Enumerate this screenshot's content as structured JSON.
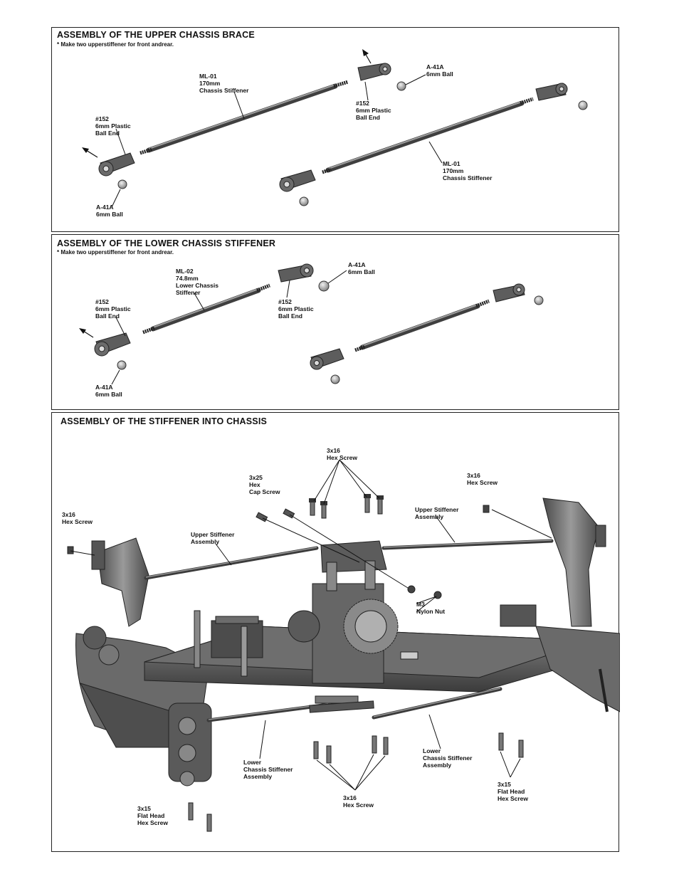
{
  "panel1": {
    "title": "ASSEMBLY OF THE UPPER CHASSIS BRACE",
    "note": "* Make two upperstiffener for front andrear.",
    "labels": {
      "ml01_a": "ML-01\n170mm\nChassis Stiffener",
      "ml01_b": "ML-01\n170mm\nChassis Stiffener",
      "ballend_left": "#152\n6mm Plastic\nBall End",
      "ballend_mid": "#152\n6mm Plastic\nBall End",
      "ball_top": "A-41A\n6mm Ball",
      "ball_bottom": "A-41A\n6mm Ball"
    }
  },
  "panel2": {
    "title": "ASSEMBLY OF THE LOWER CHASSIS STIFFENER",
    "note": "* Make two upperstiffener for front andrear.",
    "labels": {
      "ml02": "ML-02\n74.8mm\nLower Chassis\nStiffener",
      "ballend_left": "#152\n6mm Plastic\nBall End",
      "ballend_mid": "#152\n6mm Plastic\nBall End",
      "ball_top": "A-41A\n6mm Ball",
      "ball_bottom": "A-41A\n6mm Ball"
    }
  },
  "panel3": {
    "title": "ASSEMBLY OF THE STIFFENER INTO CHASSIS",
    "labels": {
      "hex_top": "3x16\nHex Screw",
      "cap_screw": "3x25\nHex\nCap Screw",
      "hex_right": "3x16\nHex Screw",
      "hex_left": "3x16\nHex Screw",
      "upper_right": "Upper Stiffener\nAssembly",
      "upper_left": "Upper Stiffener\nAssembly",
      "nylon_nut": "M3\nNylon Nut",
      "lower_left": "Lower\nChassis Stiffener\nAssembly",
      "lower_right": "Lower\nChassis Stiffener\nAssembly",
      "hex_bottom": "3x16\nHex Screw",
      "flat_right": "3x15\nFlat Head\nHex Screw",
      "flat_left": "3x15\nFlat Head\nHex Screw"
    }
  }
}
